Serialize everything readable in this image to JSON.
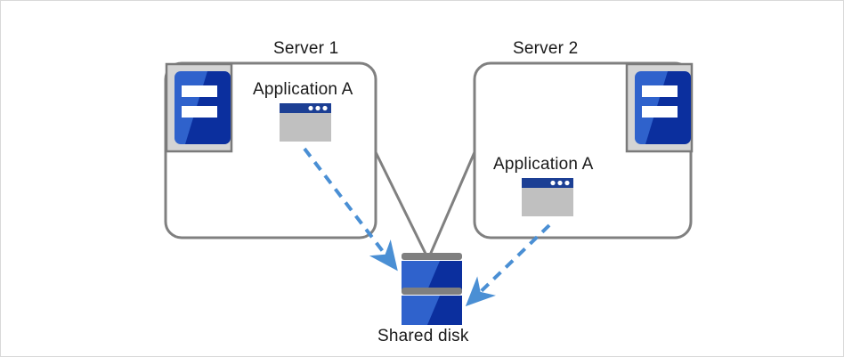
{
  "diagram": {
    "title_colors": {
      "text": "#1a1a1a",
      "box_border": "#808080",
      "server_icon_light_blue": "#2f62cc",
      "server_icon_dark_blue": "#0b2f9e",
      "server_icon_frame": "#d4d4d4",
      "server_icon_frame_border": "#7a7a7a",
      "window_titlebar": "#1c3f94",
      "window_body": "#c0c0c0",
      "disk_gray_bar": "#7f7f7f",
      "disk_blue_light": "#2f62cc",
      "disk_blue_dark": "#0b2f9e",
      "arrow_blue": "#4a8fd4",
      "page_border": "#d9d9d9"
    },
    "servers": [
      {
        "id": "server-1",
        "label": "Server 1",
        "icon_name": "server-icon",
        "icon_position": "top-left",
        "application": {
          "label": "Application A",
          "icon_name": "application-window-icon"
        }
      },
      {
        "id": "server-2",
        "label": "Server 2",
        "icon_name": "server-icon",
        "icon_position": "top-right",
        "application": {
          "label": "Application A",
          "icon_name": "application-window-icon"
        }
      }
    ],
    "storage": {
      "id": "shared-disk",
      "label": "Shared disk",
      "icon_name": "disk-stack-icon",
      "block_count": 2
    },
    "connections": [
      {
        "id": "server1-to-disk-link",
        "type": "solid",
        "from": "server-1",
        "to": "shared-disk",
        "icon_name": "connection-line"
      },
      {
        "id": "server2-to-disk-link",
        "type": "solid",
        "from": "server-2",
        "to": "shared-disk",
        "icon_name": "connection-line"
      },
      {
        "id": "app1-to-disk-access",
        "type": "dashed-arrow",
        "from": "server-1-application-a",
        "to": "shared-disk",
        "icon_name": "dashed-arrow-icon"
      },
      {
        "id": "app2-to-disk-access",
        "type": "dashed-arrow",
        "from": "server-2-application-a",
        "to": "shared-disk",
        "icon_name": "dashed-arrow-icon"
      }
    ]
  }
}
